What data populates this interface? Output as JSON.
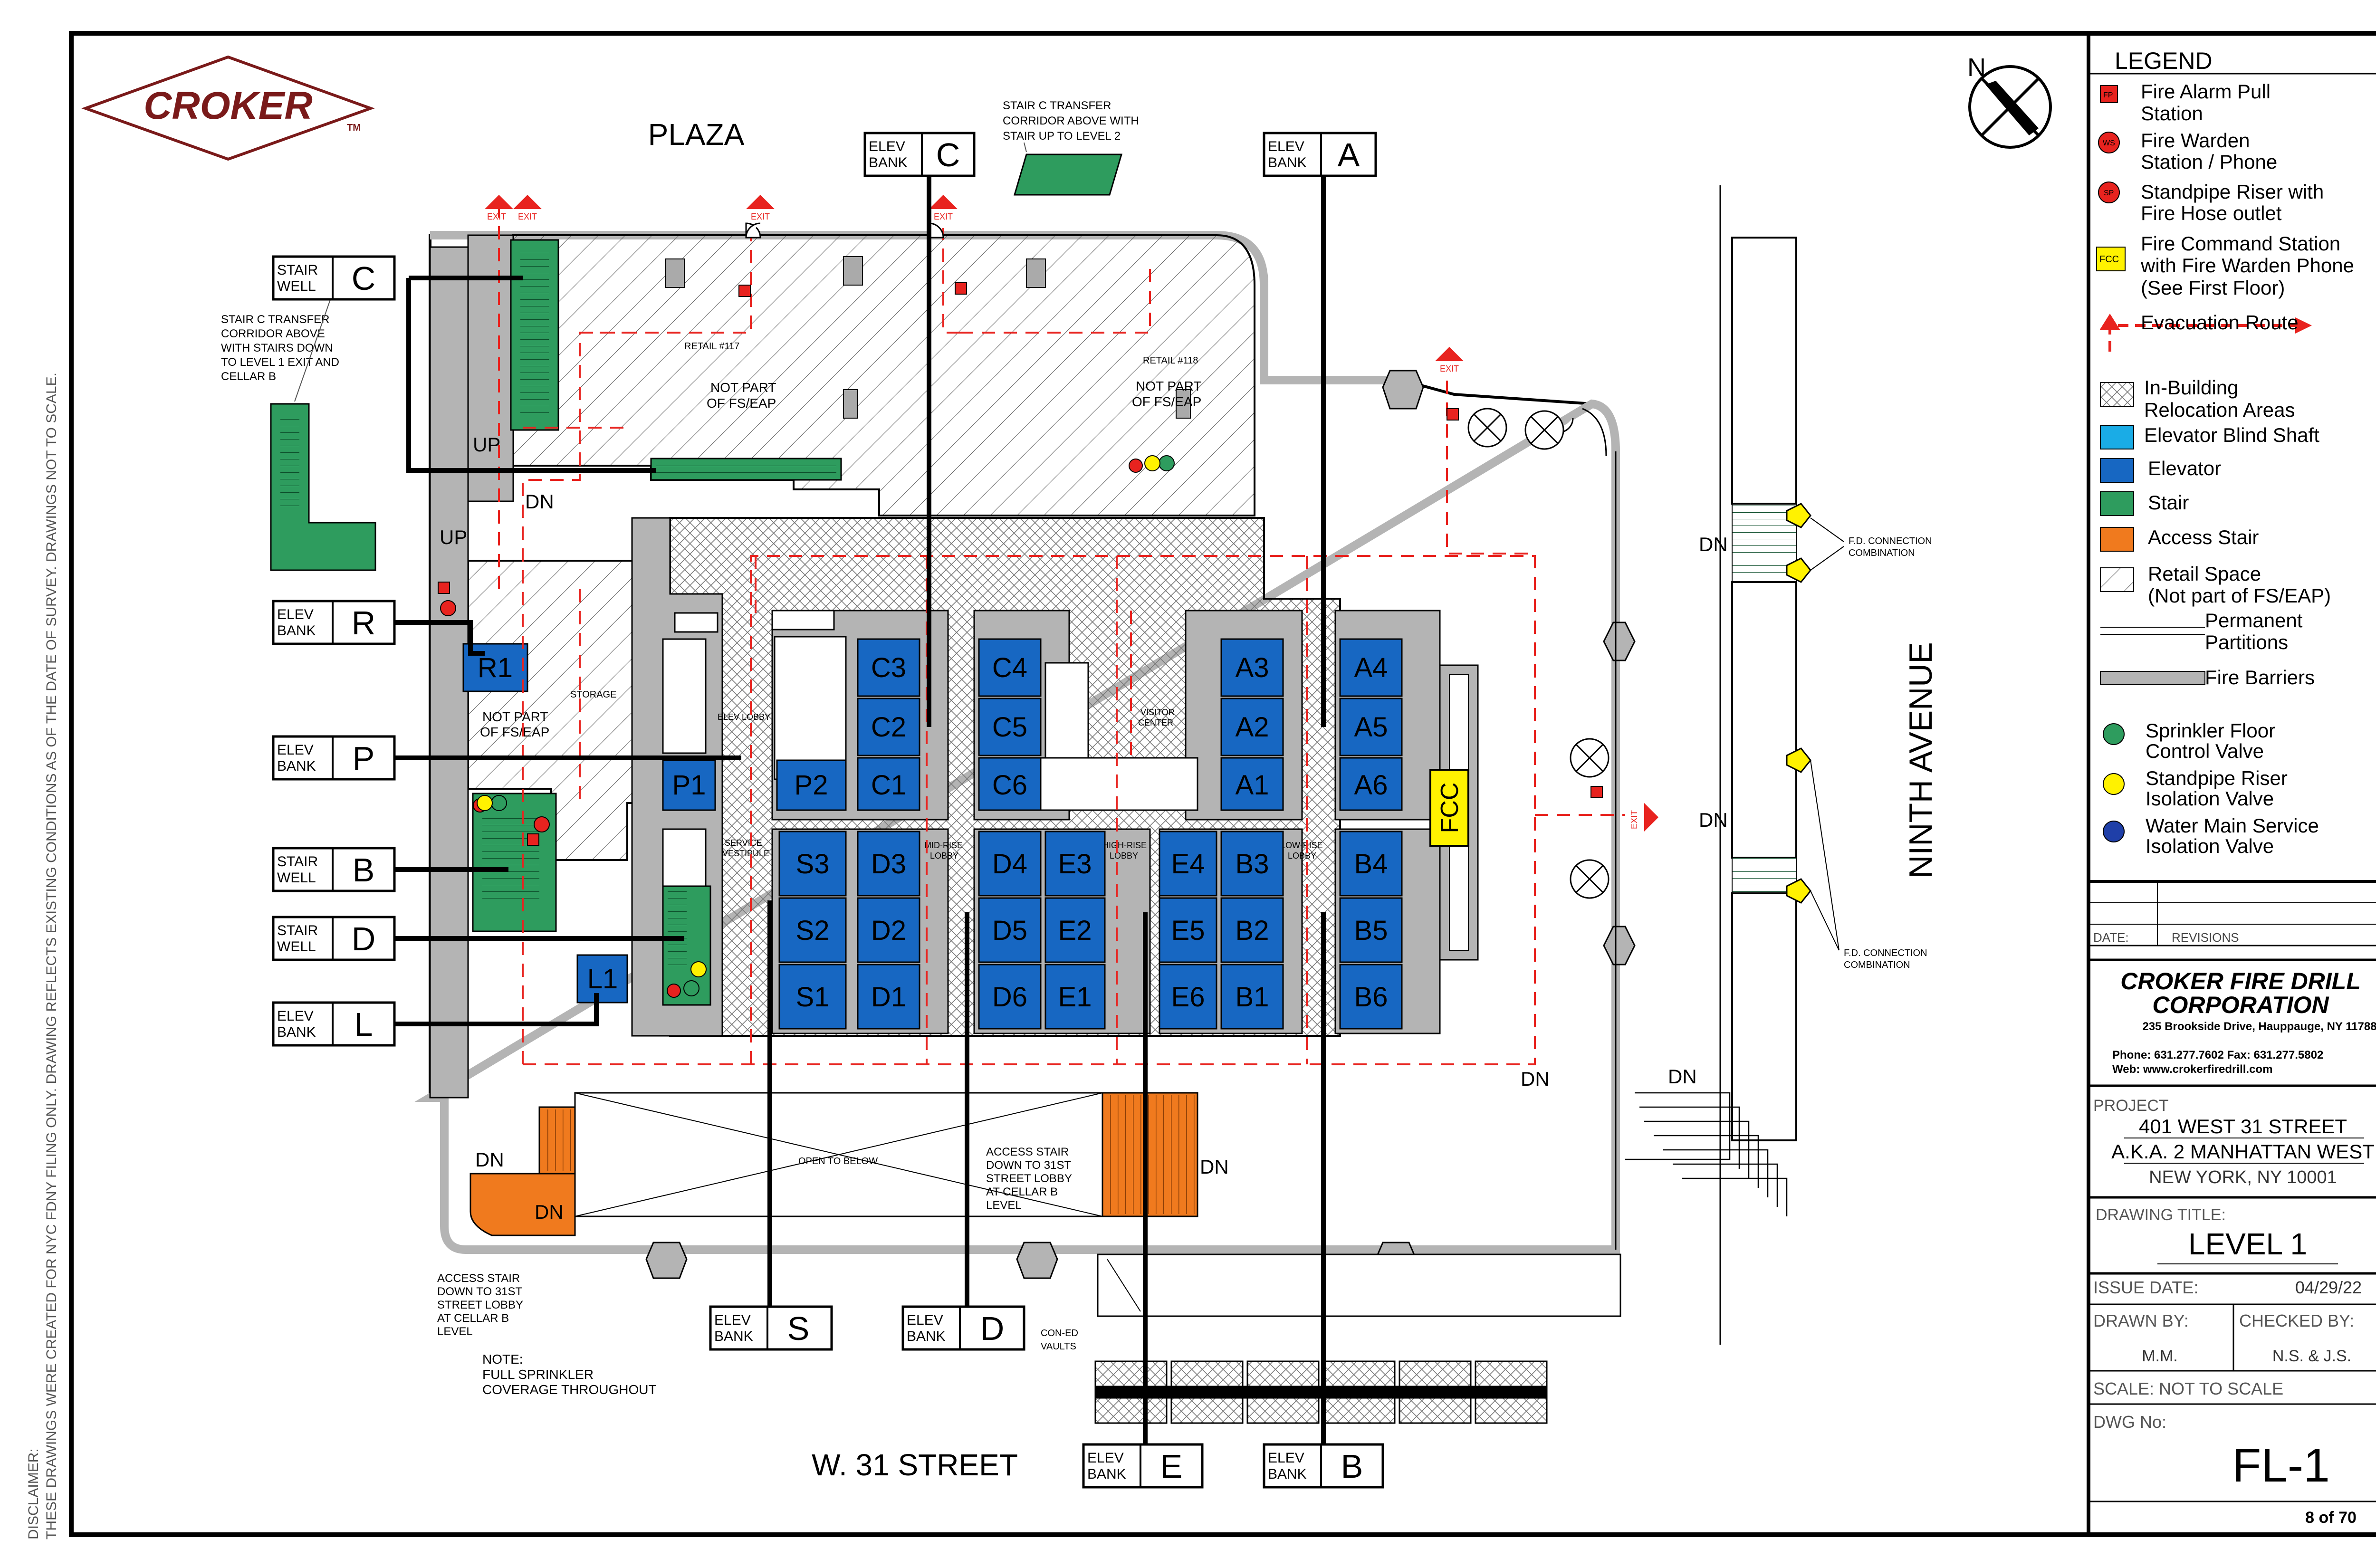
{
  "logo": {
    "name": "CROKER",
    "tm": "TM"
  },
  "north": "N",
  "streets": {
    "plaza": "PLAZA",
    "ninth_avenue": "NINTH AVENUE",
    "w31": "W. 31 STREET"
  },
  "disclaimer": {
    "label": "DISCLAIMER:",
    "text": "THESE DRAWINGS WERE CREATED FOR NYC FDNY FILING ONLY. DRAWING REFLECTS EXISTING CONDITIONS AS OF THE DATE OF SURVEY. DRAWINGS NOT TO SCALE."
  },
  "callouts": {
    "elev_bank": [
      "ELEV",
      "BANK"
    ],
    "stair_well": [
      "STAIR",
      "WELL"
    ],
    "elev_c": "C",
    "elev_a": "A",
    "elev_r": "R",
    "elev_p": "P",
    "elev_l": "L",
    "elev_s": "S",
    "elev_d": "D",
    "elev_e": "E",
    "elev_b": "B",
    "stair_c": "C",
    "stair_b": "B",
    "stair_d": "D"
  },
  "elevators": {
    "r1": "R1",
    "p1": "P1",
    "p2": "P2",
    "l1": "L1",
    "c3": "C3",
    "c2": "C2",
    "c1": "C1",
    "c4": "C4",
    "c5": "C5",
    "c6": "C6",
    "s3": "S3",
    "s2": "S2",
    "s1": "S1",
    "d3": "D3",
    "d2": "D2",
    "d1": "D1",
    "d4": "D4",
    "d5": "D5",
    "d6": "D6",
    "e3": "E3",
    "e2": "E2",
    "e1": "E1",
    "e4": "E4",
    "e5": "E5",
    "e6": "E6",
    "a3": "A3",
    "a2": "A2",
    "a1": "A1",
    "b3": "B3",
    "b2": "B2",
    "b1": "B1",
    "a4": "A4",
    "a5": "A5",
    "a6": "A6",
    "b4": "B4",
    "b5": "B5",
    "b6": "B6"
  },
  "plan_labels": {
    "retail117": "RETAIL #117",
    "retail118": "RETAIL #118",
    "not_part": [
      "NOT PART",
      "OF FS/EAP"
    ],
    "storage": "STORAGE",
    "elev_lobby": "ELEV LOBBY",
    "service_vestibule": [
      "SERVICE",
      "VESTIBULE"
    ],
    "mid_rise_lobby": [
      "MID-RISE",
      "LOBBY"
    ],
    "high_rise_lobby": [
      "HIGH-RISE",
      "LOBBY"
    ],
    "low_rise_lobby": [
      "LOW-RISE",
      "LOBBY"
    ],
    "visitor_center": [
      "VISITOR",
      "CENTER"
    ],
    "fcc": "FCC",
    "open_to_below": "OPEN TO BELOW",
    "con_ed": [
      "CON-ED",
      "VAULTS"
    ],
    "dn": "DN",
    "up": "UP",
    "exit": "EXIT",
    "stair_c_note_top": [
      "STAIR C TRANSFER",
      "CORRIDOR ABOVE WITH",
      "STAIR UP TO LEVEL 2"
    ],
    "stair_c_note_left": [
      "STAIR C TRANSFER",
      "CORRIDOR ABOVE",
      "WITH STAIRS DOWN",
      "TO LEVEL 1 EXIT AND",
      "CELLAR B"
    ],
    "access_stair_left": [
      "ACCESS STAIR",
      "DOWN TO 31ST",
      "STREET LOBBY",
      "AT CELLAR B",
      "LEVEL"
    ],
    "access_stair_mid": [
      "ACCESS STAIR",
      "DOWN TO 31ST",
      "STREET LOBBY",
      "AT CELLAR B",
      "LEVEL"
    ],
    "note": [
      "NOTE:",
      "FULL SPRINKLER",
      "COVERAGE THROUGHOUT"
    ],
    "fd_connection": [
      "F.D. CONNECTION",
      "COMBINATION"
    ]
  },
  "legend": {
    "title": "LEGEND",
    "items": [
      {
        "sym": "FP",
        "text": [
          "Fire Alarm Pull",
          "Station"
        ]
      },
      {
        "sym": "WS",
        "text": [
          "Fire Warden",
          "Station / Phone"
        ]
      },
      {
        "sym": "SP",
        "text": [
          "Standpipe Riser with",
          "Fire Hose outlet"
        ]
      },
      {
        "sym": "FCC",
        "text": [
          "Fire Command Station",
          "with Fire Warden Phone",
          "(See First Floor)"
        ]
      },
      {
        "sym": "",
        "text": [
          "Evacuation  Route"
        ]
      },
      {
        "sym": "",
        "text": [
          "In-Building",
          "Relocation Areas"
        ]
      },
      {
        "sym": "",
        "text": [
          "Elevator Blind Shaft"
        ]
      },
      {
        "sym": "",
        "text": [
          "Elevator"
        ]
      },
      {
        "sym": "",
        "text": [
          "Stair"
        ]
      },
      {
        "sym": "",
        "text": [
          "Access Stair"
        ]
      },
      {
        "sym": "",
        "text": [
          "Retail Space",
          "(Not part of FS/EAP)"
        ]
      },
      {
        "sym": "",
        "text": [
          "Permanent",
          "Partitions"
        ]
      },
      {
        "sym": "",
        "text": [
          "Fire Barriers"
        ]
      },
      {
        "sym": "",
        "text": [
          "Sprinkler Floor",
          "Control Valve"
        ]
      },
      {
        "sym": "",
        "text": [
          "Standpipe Riser",
          "Isolation Valve"
        ]
      },
      {
        "sym": "",
        "text": [
          "Water Main Service",
          "Isolation Valve"
        ]
      }
    ]
  },
  "colors": {
    "elevator": "#1767C2",
    "blind_shaft": "#1AACE6",
    "stair": "#2E9C5E",
    "access_stair": "#F07A1E",
    "fire_barrier": "#B4B4B4",
    "evacuation": "#E8231F",
    "fcc": "#FFF200"
  },
  "title_block": {
    "revisions": {
      "date": "DATE:",
      "label": "REVISIONS"
    },
    "company": [
      "CROKER FIRE DRILL",
      "CORPORATION"
    ],
    "address": "235 Brookside Drive, Hauppauge, NY 11788",
    "phone": "Phone: 631.277.7602  Fax: 631.277.5802",
    "web": "Web: www.crokerfiredrill.com",
    "project_label": "PROJECT",
    "project": [
      "401 WEST 31 STREET",
      "A.K.A. 2 MANHATTAN WEST",
      "NEW YORK, NY 10001"
    ],
    "drawing_title_label": "DRAWING TITLE:",
    "drawing_title": "LEVEL 1",
    "issue_date_label": "ISSUE DATE:",
    "issue_date": "04/29/22",
    "drawn_by_label": "DRAWN BY:",
    "drawn_by": "M.M.",
    "checked_by_label": "CHECKED BY:",
    "checked_by": "N.S. & J.S.",
    "scale": "SCALE: NOT TO SCALE",
    "dwg_no_label": "DWG No:",
    "dwg_no": "FL-1",
    "sheet": "8 of 70"
  }
}
